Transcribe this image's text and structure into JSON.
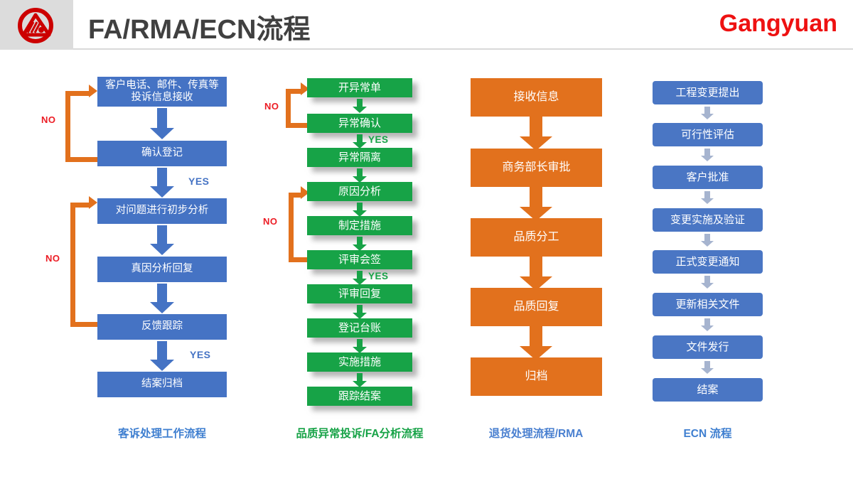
{
  "header": {
    "logo_name": "gangyuan-logo",
    "title": "FA/RMA/ECN流程",
    "brand": "Gangyuan",
    "brand_color": "#ee1111",
    "plate_color": "#dcdcdc"
  },
  "labels": {
    "no": "NO",
    "yes": "YES"
  },
  "colors": {
    "blue": "#4573c4",
    "green": "#17a347",
    "orange": "#e2711d",
    "soft_blue": "#4a76c4",
    "grey_arrow": "#a6b4cf",
    "no_red": "#ec1c24"
  },
  "columns": [
    {
      "id": "customer-complaint",
      "caption": "客诉处理工作流程",
      "caption_color": "#3f7fd0",
      "accent": "#4573c4",
      "nodes": [
        "客户电话、邮件、传真等\n投诉信息接收",
        "确认登记",
        "对问题进行初步分析",
        "真因分析回复",
        "反馈跟踪",
        "结案归档"
      ],
      "nodes_display": [
        "客户电话、邮件、传真等",
        "投诉信息接收",
        "确认登记",
        "对问题进行初步分析",
        "真因分析回复",
        "反馈跟踪",
        "结案归档"
      ],
      "loops": [
        {
          "label": "NO",
          "from": "确认登记",
          "to": "客户电话、邮件、传真等投诉信息接收"
        },
        {
          "label": "NO",
          "from": "反馈跟踪",
          "to": "对问题进行初步分析"
        }
      ],
      "yes_labels": [
        "YES",
        "YES"
      ]
    },
    {
      "id": "quality-abnormal-fa",
      "caption": "品质异常投诉/FA分析流程",
      "caption_color": "#17a347",
      "accent": "#17a347",
      "nodes": [
        "开异常单",
        "异常确认",
        "异常隔离",
        "原因分析",
        "制定措施",
        "评审会签",
        "评审回复",
        "登记台账",
        "实施措施",
        "跟踪结案"
      ],
      "loops": [
        {
          "label": "NO",
          "from": "异常确认",
          "to": "开异常单"
        },
        {
          "label": "NO",
          "from": "评审会签",
          "to": "原因分析"
        }
      ],
      "yes_labels": [
        "YES",
        "YES"
      ]
    },
    {
      "id": "rma-return",
      "caption": "退货处理流程/RMA",
      "caption_color": "#4a80d0",
      "accent": "#e2711d",
      "nodes": [
        "接收信息",
        "商务部长审批",
        "品质分工",
        "品质回复",
        "归档"
      ],
      "loops": [],
      "yes_labels": []
    },
    {
      "id": "ecn",
      "caption": "ECN 流程",
      "caption_color": "#3f7fd0",
      "accent": "#4a76c4",
      "nodes": [
        "工程变更提出",
        "可行性评估",
        "客户批准",
        "变更实施及验证",
        "正式变更通知",
        "更新相关文件",
        "文件发行",
        "结案"
      ],
      "loops": [],
      "yes_labels": []
    }
  ]
}
